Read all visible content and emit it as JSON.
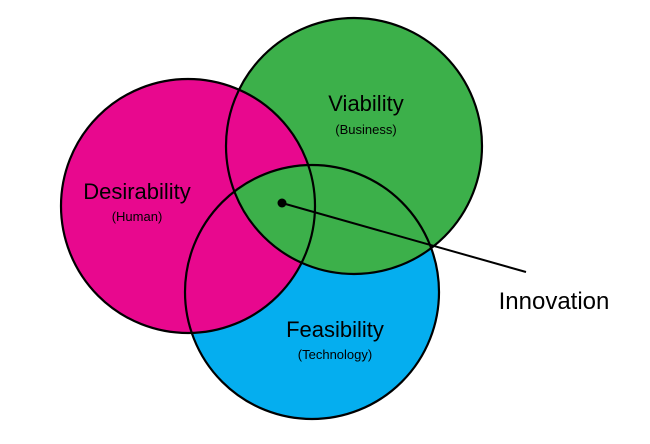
{
  "diagram": {
    "circles": {
      "desirability": {
        "title": "Desirability",
        "subtitle": "(Human)",
        "color": "#e8088e"
      },
      "viability": {
        "title": "Viability",
        "subtitle": "(Business)",
        "color": "#3cb04a"
      },
      "feasibility": {
        "title": "Feasibility",
        "subtitle": "(Technology)",
        "color": "#05aeef"
      }
    },
    "callout": {
      "label": "Innovation"
    },
    "stroke_color": "#000000"
  }
}
